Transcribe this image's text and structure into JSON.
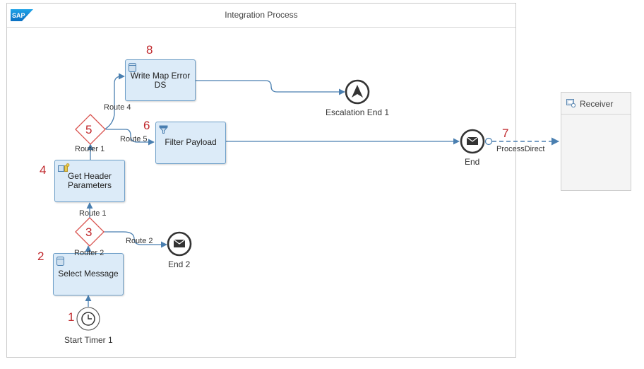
{
  "pool": {
    "title": "Integration Process"
  },
  "receiver": {
    "label": "Receiver"
  },
  "tasks": {
    "write_map_error": "Write Map Error DS",
    "filter_payload": "Filter Payload",
    "get_header": "Get Header Parameters",
    "select_message": "Select Message"
  },
  "events": {
    "escalation_end": "Escalation End 1",
    "end": "End",
    "end2": "End 2",
    "start_timer": "Start Timer 1"
  },
  "gateways": {
    "router1": "Router 1",
    "router2": "Router 2"
  },
  "routes": {
    "route1": "Route 1",
    "route2": "Route 2",
    "route4": "Route 4",
    "route5": "Route 5",
    "process_direct": "ProcessDirect"
  },
  "annotations": {
    "n1": "1",
    "n2": "2",
    "n3": "3",
    "n4": "4",
    "n5": "5",
    "n6": "6",
    "n7": "7",
    "n8": "8"
  },
  "colors": {
    "flow": "#4a7fb0",
    "task_fill": "#dcebf8",
    "task_border": "#6e9fc8",
    "annotation": "#c0282c",
    "gateway": "#d9534f"
  }
}
